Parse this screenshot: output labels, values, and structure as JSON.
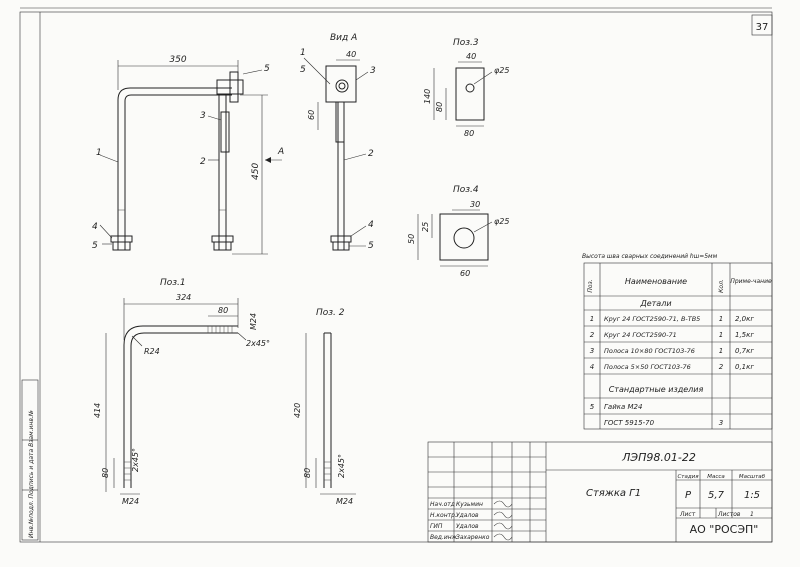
{
  "sheet": {
    "page_number": "37",
    "side_stamp": "Инв.№подл. Подпись и дата Взам.инв.№"
  },
  "views": {
    "main": {
      "dim_width": "350",
      "dim_height": "450",
      "callouts": [
        "1",
        "2",
        "3",
        "4",
        "5"
      ],
      "direction_mark": "А"
    },
    "vid_a": {
      "title": "Вид А",
      "dim_top": "40",
      "dim_side": "60",
      "callouts": [
        "1",
        "5",
        "3",
        "2",
        "4",
        "5"
      ]
    },
    "poz3": {
      "title": "Поз.3",
      "dim_top": "40",
      "hole": "φ25",
      "dim_height_outer": "140",
      "dim_height_inner": "80",
      "dim_width": "80"
    },
    "poz4": {
      "title": "Поз.4",
      "dim_top": "30",
      "hole": "φ25",
      "dim_height_outer": "50",
      "dim_height_inner": "25",
      "dim_width": "60"
    },
    "poz1": {
      "title": "Поз.1",
      "dim_width": "324",
      "dim_thread": "80",
      "thread_label": "М24",
      "chamfer": "2х45°",
      "radius": "R24",
      "dim_height": "414",
      "dim_bottom_thread": "80",
      "chamfer_bottom": "2х45°",
      "thread_bottom": "М24"
    },
    "poz2": {
      "title": "Поз. 2",
      "dim_height": "420",
      "dim_thread": "80",
      "chamfer": "2х45°",
      "thread": "М24"
    }
  },
  "weld_note": "Высота шва сварных соединений hш=5мм",
  "spec": {
    "headers": [
      "Поз.",
      "Наименование",
      "Кол.",
      "Приме-чание"
    ],
    "section_details": "Детали",
    "rows": [
      {
        "pos": "1",
        "name": "Круг 24 ГОСТ2590-71, В-ТВ5",
        "qty": "1",
        "note": "2,0кг"
      },
      {
        "pos": "2",
        "name": "Круг 24 ГОСТ2590-71",
        "qty": "1",
        "note": "1,5кг"
      },
      {
        "pos": "3",
        "name": "Полоса 10×80 ГОСТ103-76",
        "qty": "1",
        "note": "0,7кг"
      },
      {
        "pos": "4",
        "name": "Полоса 5×50 ГОСТ103-76",
        "qty": "2",
        "note": "0,1кг"
      }
    ],
    "section_standard": "Стандартные изделия",
    "std_rows": [
      {
        "pos": "5",
        "name": "Гайка М24",
        "qty": "",
        "note": ""
      },
      {
        "pos": "",
        "name": "ГОСТ 5915-70",
        "qty": "3",
        "note": ""
      }
    ]
  },
  "title_block": {
    "code": "ЛЭП98.01-22",
    "name": "Стяжка Г1",
    "col_stage": "Стадия",
    "col_mass": "Масса",
    "col_scale": "Масштаб",
    "stage": "Р",
    "mass": "5,7",
    "scale": "1:5",
    "sheet_label": "Лист",
    "sheets_label": "Листов",
    "sheets_value": "1",
    "company": "АО \"РОСЭП\"",
    "signers": [
      {
        "role": "Нач.отд",
        "name": "Кузьмин"
      },
      {
        "role": "Н.контр.",
        "name": "Удалов"
      },
      {
        "role": "ГИП",
        "name": "Удалов"
      },
      {
        "role": "Вед.инж",
        "name": "Захаренко"
      }
    ]
  }
}
